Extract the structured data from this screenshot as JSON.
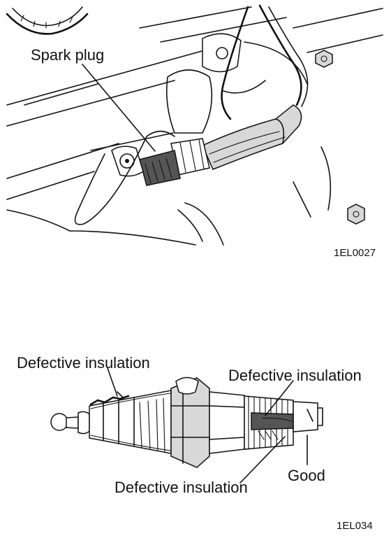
{
  "figure_top": {
    "callout": "Spark plug",
    "code": "1EL0027"
  },
  "figure_bottom": {
    "callout_upper_left": "Defective insulation",
    "callout_upper_right": "Defective insulation",
    "callout_lower": "Defective insulation",
    "callout_good": "Good",
    "code": "1EL034"
  }
}
